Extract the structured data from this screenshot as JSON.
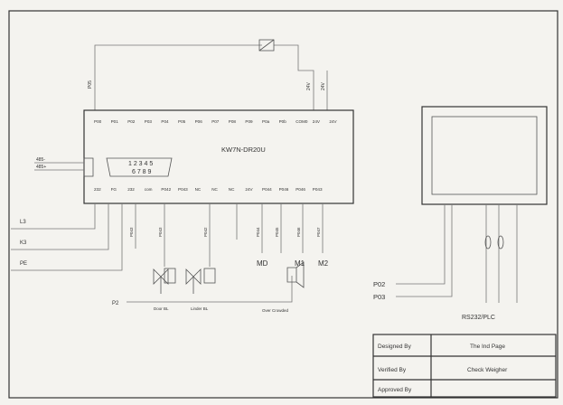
{
  "controller": {
    "model": "KW7N-DR20U",
    "top_terminals": [
      "P00",
      "P01",
      "P02",
      "P03",
      "P04",
      "P05",
      "P06",
      "P07",
      "P08",
      "P09",
      "P0a",
      "P0b",
      "COM0",
      "24V",
      "24V"
    ],
    "bottom_terminals": [
      "232",
      "FG",
      "232",
      "com",
      "P042",
      "P043",
      "NC",
      "NC",
      "NC",
      "24V",
      "P044",
      "P046",
      "P046",
      "P043"
    ],
    "connector_row1": "1 2 3 4 5",
    "connector_row2": "6 7 8 9",
    "side_labels": [
      "485-",
      "485+"
    ]
  },
  "wiring": {
    "top_left_label": "P05",
    "top_right_labels": [
      "24V",
      "24V"
    ],
    "input_lines": [
      "L3",
      "K3",
      "PE"
    ],
    "drop_labels": [
      "P043",
      "P043",
      "P042",
      "P044",
      "P045",
      "P046",
      "P047"
    ],
    "p_label": "P2"
  },
  "devices": {
    "valve1_label": "Door BL",
    "valve2_label": "Linder BL",
    "motors": [
      "MD",
      "M1",
      "M2"
    ],
    "over_label": "Over Crowded"
  },
  "monitor": {
    "rs_label": "RS232/PLC",
    "port_labels": [
      "P02",
      "P03"
    ]
  },
  "title_block": {
    "rows": [
      {
        "label": "Designed By",
        "value": "The Ind Page"
      },
      {
        "label": "Verified By",
        "value": "Check Weigher"
      },
      {
        "label": "Approved By",
        "value": ""
      }
    ]
  }
}
